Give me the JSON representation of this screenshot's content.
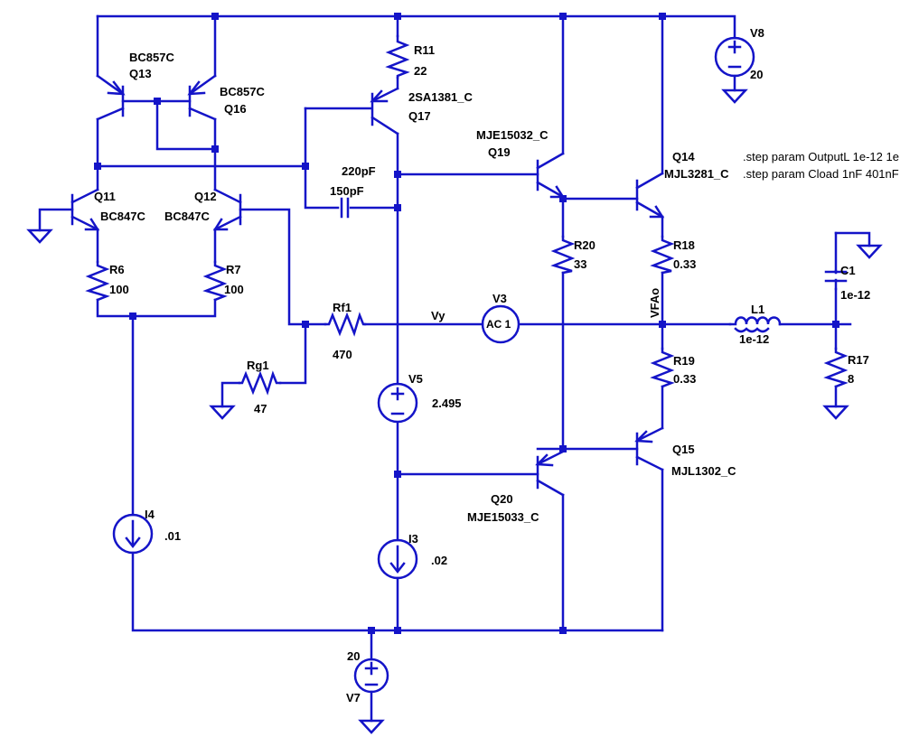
{
  "components": {
    "Q13": {
      "ref": "Q13",
      "model": "BC857C"
    },
    "Q16": {
      "ref": "Q16",
      "model": "BC857C"
    },
    "Q11": {
      "ref": "Q11",
      "model": "BC847C"
    },
    "Q12": {
      "ref": "Q12",
      "model": "BC847C"
    },
    "Q17": {
      "ref": "Q17",
      "model": "2SA1381_C"
    },
    "Q19": {
      "ref": "Q19",
      "model": "MJE15032_C"
    },
    "Q14": {
      "ref": "Q14",
      "model": "MJL3281_C"
    },
    "Q20": {
      "ref": "Q20",
      "model": "MJE15033_C"
    },
    "Q15": {
      "ref": "Q15",
      "model": "MJL1302_C"
    },
    "R11": {
      "ref": "R11",
      "value": "22"
    },
    "R6": {
      "ref": "R6",
      "value": "100"
    },
    "R7": {
      "ref": "R7",
      "value": "100"
    },
    "Rf1": {
      "ref": "Rf1",
      "value": "470"
    },
    "Rg1": {
      "ref": "Rg1",
      "value": "47"
    },
    "R20": {
      "ref": "R20",
      "value": "33"
    },
    "R18": {
      "ref": "R18",
      "value": "0.33"
    },
    "R19": {
      "ref": "R19",
      "value": "0.33"
    },
    "R17": {
      "ref": "R17",
      "value": "8"
    },
    "C220": {
      "value": "220pF"
    },
    "C150": {
      "value": "150pF"
    },
    "C1": {
      "ref": "C1",
      "value": "1e-12"
    },
    "L1": {
      "ref": "L1",
      "value": "1e-12"
    },
    "V8": {
      "ref": "V8",
      "value": "20"
    },
    "V7": {
      "ref": "V7",
      "value": "20"
    },
    "V5": {
      "ref": "V5",
      "value": "2.495"
    },
    "V3": {
      "ref": "V3",
      "value": "AC 1"
    },
    "I4": {
      "ref": "I4",
      "value": ".01"
    },
    "I3": {
      "ref": "I3",
      "value": ".02"
    }
  },
  "nets": {
    "vy": "Vy",
    "vfao": "VFAo"
  },
  "directives": [
    ".step param OutputL 1e-12 1e",
    ".step param Cload 1nF 401nF"
  ],
  "colors": {
    "wire": "#1414c8",
    "text": "#000000",
    "background": "#ffffff"
  }
}
